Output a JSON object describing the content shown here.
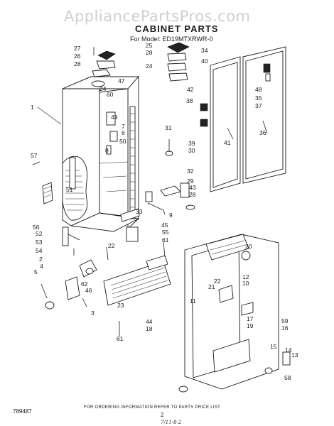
{
  "watermark": "AppliancePartsPros.com",
  "title": "CABINET PARTS",
  "model_line": "For Model: ED19MTXRWR-0",
  "footer_text": "FOR ORDERING INFORMATION REFER TO PARTS PRICE LIST",
  "doc_number": "789487",
  "page_number": "2",
  "handwritten_note": "7/11-8-2",
  "callouts": [
    "1",
    "2",
    "3",
    "4",
    "5",
    "6",
    "7",
    "8",
    "9",
    "10",
    "11",
    "12",
    "13",
    "14",
    "15",
    "16",
    "17",
    "18",
    "19",
    "20",
    "21",
    "22",
    "22",
    "23",
    "24",
    "24",
    "25",
    "26",
    "27",
    "28",
    "28",
    "28",
    "29",
    "30",
    "31",
    "32",
    "33",
    "34",
    "35",
    "36",
    "37",
    "38",
    "39",
    "40",
    "41",
    "42",
    "43",
    "44",
    "45",
    "46",
    "47",
    "48",
    "49",
    "50",
    "51",
    "52",
    "53",
    "54",
    "55",
    "56",
    "57",
    "58",
    "59",
    "60",
    "61",
    "61",
    "62"
  ]
}
